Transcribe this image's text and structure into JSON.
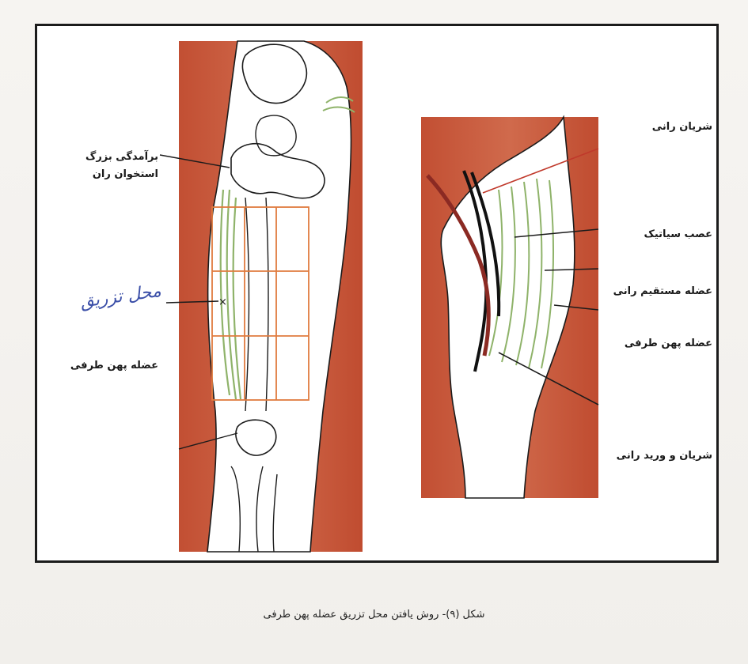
{
  "figure": {
    "caption": "شکل (۹)- روش یافتن محل تزریق عضله پهن طرفی"
  },
  "left_panel": {
    "labels": {
      "greater_trochanter_line1": "برآمدگی بزرگ",
      "greater_trochanter_line2": "استخوان ران",
      "handwritten_note": "محل تزریق",
      "vastus_lateralis": "عضله پهن طرفی"
    }
  },
  "right_panel": {
    "labels": {
      "femoral_artery": "شریان رانی",
      "sciatic_nerve": "عصب سیاتیک",
      "rectus_femoris": "عضله مستقیم رانی",
      "vastus_lateralis": "عضله پهن طرفی",
      "femoral_artery_vein": "شریان و ورید رانی"
    }
  },
  "colors": {
    "muscle": "#c8573a",
    "muscle_light": "#d9785e",
    "grid": "#e07b3f",
    "muscle_fiber": "#8fb36a",
    "artery": "#8b2a23",
    "outline": "#1b1b1b"
  }
}
